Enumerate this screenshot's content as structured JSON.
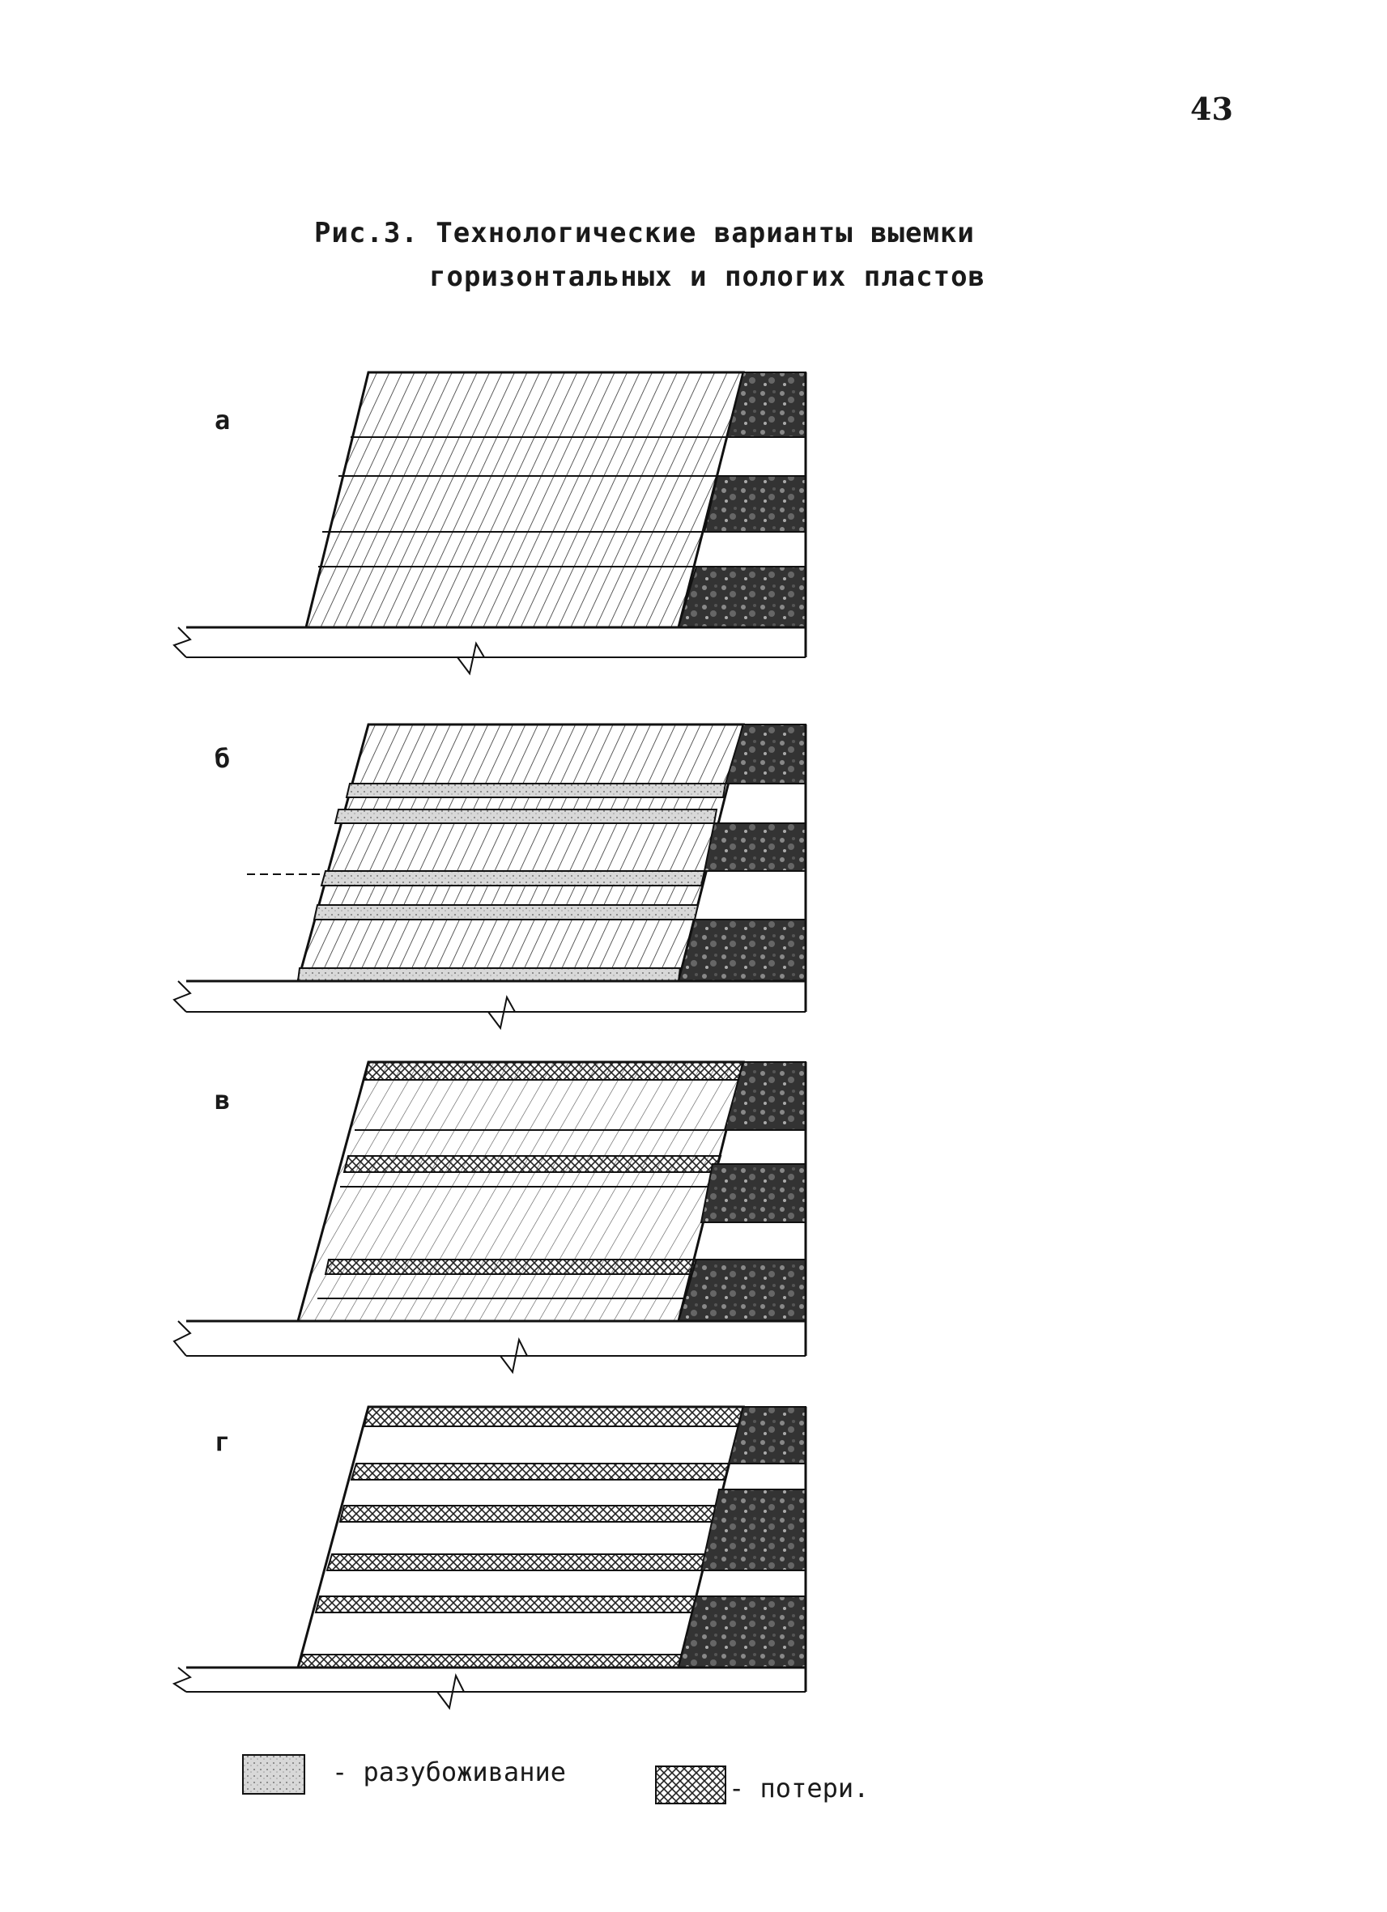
{
  "page": {
    "number": "43"
  },
  "figure": {
    "caption_line1": "Рис.3. Технологические варианты выемки",
    "caption_line2": "горизонтальных и пологих пластов"
  },
  "panels": [
    {
      "label": "а",
      "id": "a"
    },
    {
      "label": "б",
      "id": "b"
    },
    {
      "label": "в",
      "id": "v"
    },
    {
      "label": "г",
      "id": "g"
    }
  ],
  "legend": {
    "dilution_label": "- разубоживание",
    "losses_label": "- потери."
  }
}
